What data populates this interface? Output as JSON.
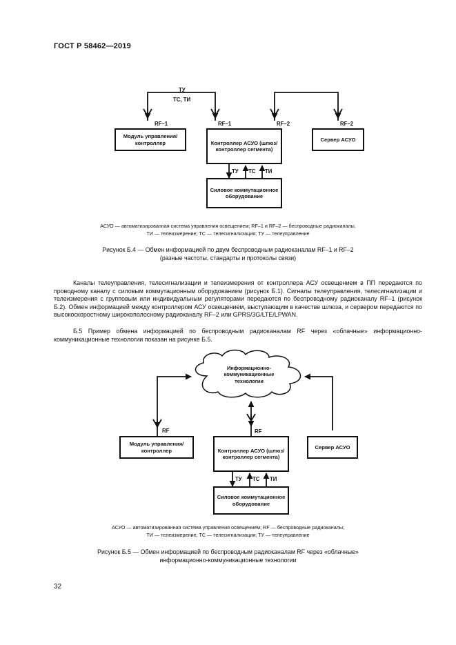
{
  "header": {
    "standard": "ГОСТ Р 58462—2019"
  },
  "figure_b4": {
    "boxes": {
      "module": "Модуль управления/ контроллер",
      "controller": "Контроллер АСУО (шлюз/контроллер сегмента)",
      "server": "Сервер АСУО",
      "equipment": "Силовое коммутационное оборудование"
    },
    "labels": {
      "tu_top": "ТУ",
      "tc_ti_top": "ТС, ТИ",
      "rf1_module": "RF–1",
      "rf1_controller": "RF–1",
      "rf2_controller": "RF–2",
      "rf2_server": "RF–2",
      "tu_bottom": "ТУ",
      "tc_bottom": "ТС",
      "ti_bottom": "ТИ"
    },
    "note_line1": "АСУО — автоматизированная система управления освещением; RF–1 и RF–2 — беспроводные радиоканалы,",
    "note_line2": "ТИ — телеизмерение; ТС — телесигнализация; ТУ — телеуправление",
    "caption_line1": "Рисунок Б.4 — Обмен информацией по двум беспроводным радиоканалам RF–1 и RF–2",
    "caption_line2": "(разные частоты, стандарты и протоколы связи)"
  },
  "text": {
    "para1": "Каналы телеуправления, телесигнализации и телеизмерения от контроллера АСУ освещением в ПП передаются по проводному каналу с силовым коммутационным оборудованием (рисунок Б.1). Сигналы телеуправления, телесигнализации и телеизмерения с групповым или индивидуальным регуляторами передаются по беспроводному радиоканалу RF–1 (рисунок Б.2). Обмен информацией между контроллером АСУ освещением, выступающим в качестве шлюза, и сервером передаются по высокоскоростному широкополосному радиоканалу RF–2 или GPRS/3G/LTE/LPWAN.",
    "para2": "Б.5 Пример обмена информацией по беспроводным радиоканалам RF через «облачные» информационно-коммуникационные технологии показан на рисунке Б.5."
  },
  "figure_b5": {
    "cloud": "Информационно- коммуникационные технологии",
    "boxes": {
      "module": "Модуль управления/ контроллер",
      "controller": "Контроллер АСУО (шлюз/контроллер сегмента)",
      "server": "Сервер АСУО",
      "equipment": "Силовое коммутационное оборудование"
    },
    "labels": {
      "rf_module": "RF",
      "rf_controller": "RF",
      "tu_bottom": "ТУ",
      "tc_bottom": "ТС",
      "ti_bottom": "ТИ"
    },
    "note_line1": "АСУО — автоматизированная система управления освещением; RF — беспроводные радиоканалы;",
    "note_line2": "ТИ — телеизмерение; ТС — телесигнализация; ТУ — телеуправление",
    "caption_line1": "Рисунок Б.5 — Обмен информацией по беспроводным радиоканалам RF через «облачные»",
    "caption_line2": "информационно-коммуникационные технологии"
  },
  "footer": {
    "page_number": "32"
  }
}
